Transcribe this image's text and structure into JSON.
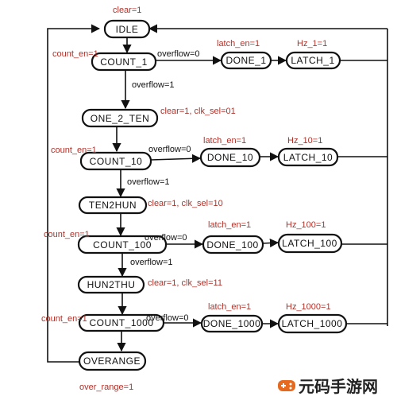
{
  "colors": {
    "ink": "#111111",
    "annotation": "#b0322a",
    "watermark_accent": "#e56a1f"
  },
  "states": {
    "idle": "IDLE",
    "count_1": "COUNT_1",
    "done_1": "DONE_1",
    "latch_1": "LATCH_1",
    "one_2_ten": "ONE_2_TEN",
    "count_10": "COUNT_10",
    "done_10": "DONE_10",
    "latch_10": "LATCH_10",
    "ten2hun": "TEN2HUN",
    "count_100": "COUNT_100",
    "done_100": "DONE_100",
    "latch_100": "LATCH_100",
    "hun2thu": "HUN2THU",
    "count_1000": "COUNT_1000",
    "done_1000": "DONE_1000",
    "latch_1000": "LATCH_1000",
    "overrange": "OVERANGE"
  },
  "conditions": {
    "overflow_1": "overflow=1",
    "overflow_0": "overflow=0"
  },
  "annotations": {
    "clear_1": "clear=1",
    "count_en_1": "count_en=1",
    "latch_en_1": "latch_en=1",
    "hz_1": "Hz_1=1",
    "clear_clk_01": "clear=1, clk_sel=01",
    "hz_10": "Hz_10=1",
    "clear_clk_10": "clear=1, clk_sel=10",
    "hz_100": "Hz_100=1",
    "clear_clk_11": "clear=1, clk_sel=11",
    "hz_1000": "Hz_1000=1",
    "over_range": "over_range=1"
  },
  "watermark": {
    "text": "元码手游网",
    "icon": "game-controller-icon"
  }
}
